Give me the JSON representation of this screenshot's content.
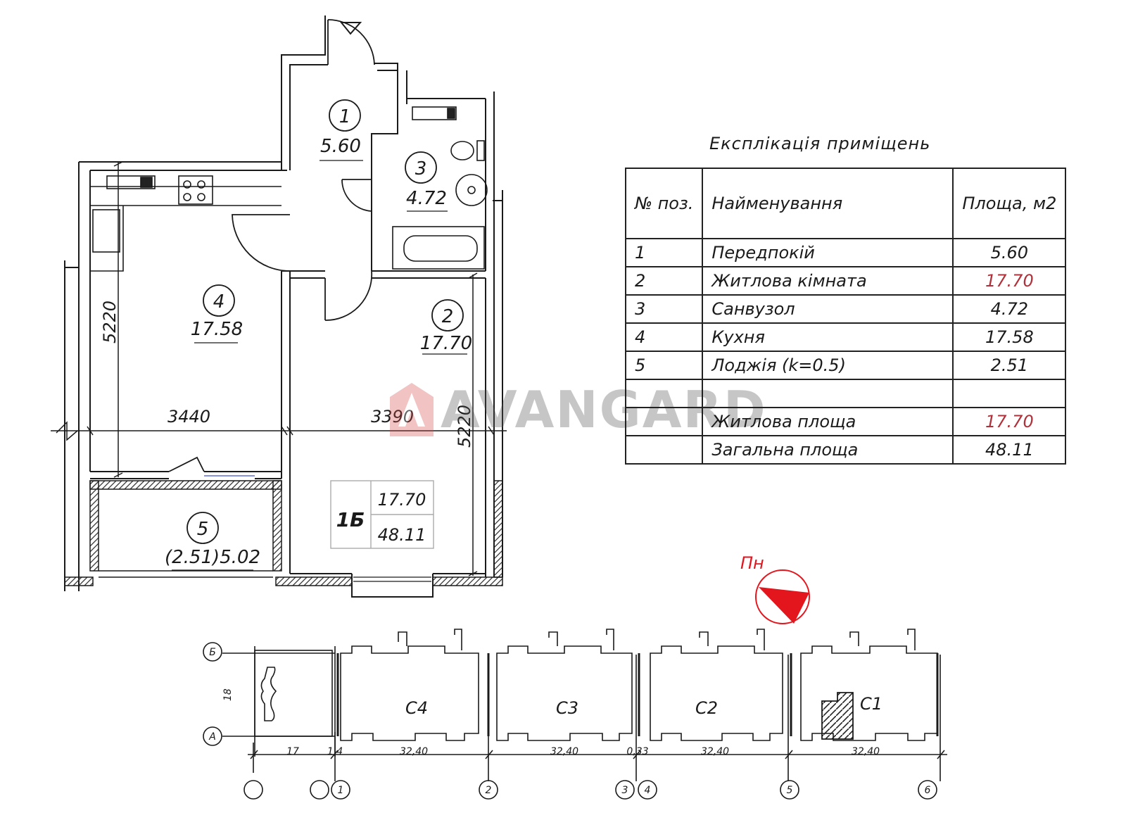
{
  "explication": {
    "title": "Експлікація приміщень",
    "headers": {
      "no": "№ поз.",
      "name": "Найменування",
      "area": "Площа, м2"
    },
    "rows": [
      {
        "no": "1",
        "name": "Передпокій",
        "area": "5.60"
      },
      {
        "no": "2",
        "name": "Житлова кімната",
        "area": "17.70"
      },
      {
        "no": "3",
        "name": "Санвузол",
        "area": "4.72"
      },
      {
        "no": "4",
        "name": "Кухня",
        "area": "17.58"
      },
      {
        "no": "5",
        "name": "Лоджія (k=0.5)",
        "area": "2.51"
      }
    ],
    "living_area_label": "Житлова площа",
    "living_area": "17.70",
    "total_area_label": "Загальна площа",
    "total_area": "48.11"
  },
  "rooms": [
    {
      "no": "1",
      "area": "5.60"
    },
    {
      "no": "2",
      "area": "17.70"
    },
    {
      "no": "3",
      "area": "4.72"
    },
    {
      "no": "4",
      "area": "17.58"
    },
    {
      "no": "5",
      "area": "(2.51)5.02"
    }
  ],
  "dimensions": {
    "kitchen_width": "3440",
    "room_width": "3390",
    "kitchen_depth": "5220",
    "room_depth": "5220"
  },
  "apartment_badge": {
    "type": "1Б",
    "living_area": "17.70",
    "total_area": "48.11"
  },
  "compass": {
    "label": "Пн"
  },
  "watermark": {
    "text": "AVANGARD"
  },
  "site_plan": {
    "sections": [
      "С4",
      "С3",
      "С2",
      "С1"
    ],
    "span_labels": [
      "17",
      "1,4",
      "32,40",
      "32,40",
      "0,33",
      "32,40",
      "32,40"
    ],
    "depth_label": "18",
    "row_axes": [
      "Б",
      "А"
    ],
    "column_axes": [
      "1",
      "2",
      "3",
      "4",
      "5",
      "6"
    ]
  },
  "colors": {
    "red_accent": "#e3151d",
    "red_text": "#b0313a",
    "hatch": "#222222"
  }
}
